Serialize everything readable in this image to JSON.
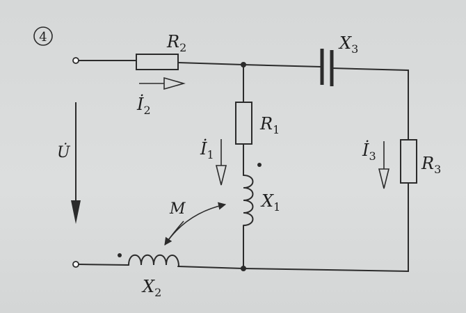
{
  "figure_number": "4",
  "components": {
    "r1": {
      "name": "R",
      "sub": "1"
    },
    "r2": {
      "name": "R",
      "sub": "2"
    },
    "r3": {
      "name": "R",
      "sub": "3"
    },
    "x1": {
      "name": "X",
      "sub": "1"
    },
    "x2": {
      "name": "X",
      "sub": "2"
    },
    "x3": {
      "name": "X",
      "sub": "3"
    },
    "mutual": {
      "name": "M"
    }
  },
  "currents": {
    "i1": {
      "name": "İ",
      "sub": "1"
    },
    "i2": {
      "name": "İ",
      "sub": "2"
    },
    "i3": {
      "name": "İ",
      "sub": "3"
    }
  },
  "voltage": {
    "name": "U̇"
  },
  "colors": {
    "ink": "#2b2b2b",
    "paper": "#d8dada"
  }
}
